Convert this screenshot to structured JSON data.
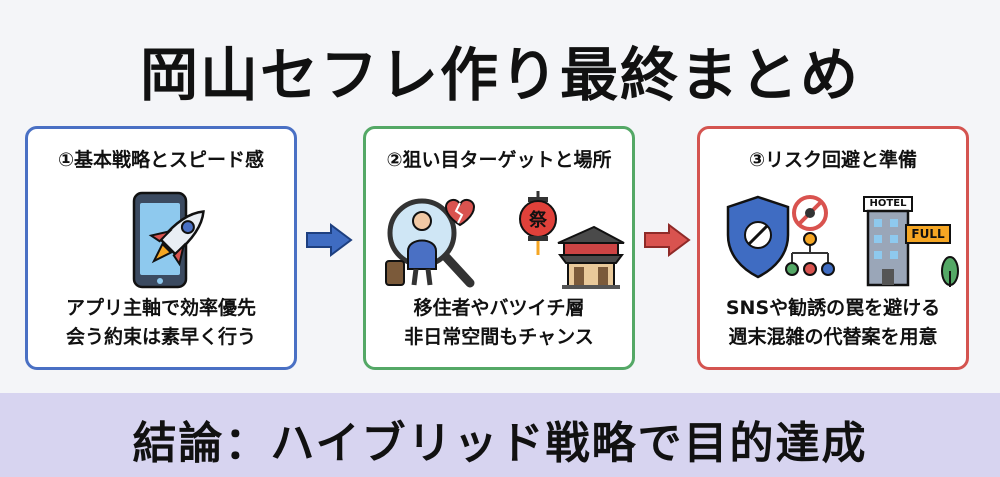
{
  "title": "岡山セフレ作り最終まとめ",
  "cards": [
    {
      "title": "①基本戦略とスピード感",
      "lines": [
        "アプリ主軸で効率優先",
        "会う約束は素早く行う"
      ]
    },
    {
      "title": "②狙い目ターゲットと場所",
      "sign": "祭",
      "lines": [
        "移住者やバツイチ層",
        "非日常空間もチャンス"
      ]
    },
    {
      "title": "③リスク回避と準備",
      "hotel_sign": "HOTEL",
      "full_sign": "FULL",
      "lines": [
        "SNSや勧誘の罠を避ける",
        "週末混雑の代替案を用意"
      ]
    }
  ],
  "conclusion": "結論：ハイブリッド戦略で目的達成",
  "colors": {
    "blue": "#4a70c4",
    "green": "#54a866",
    "red": "#d45450",
    "banner": "#d7d4f0"
  }
}
